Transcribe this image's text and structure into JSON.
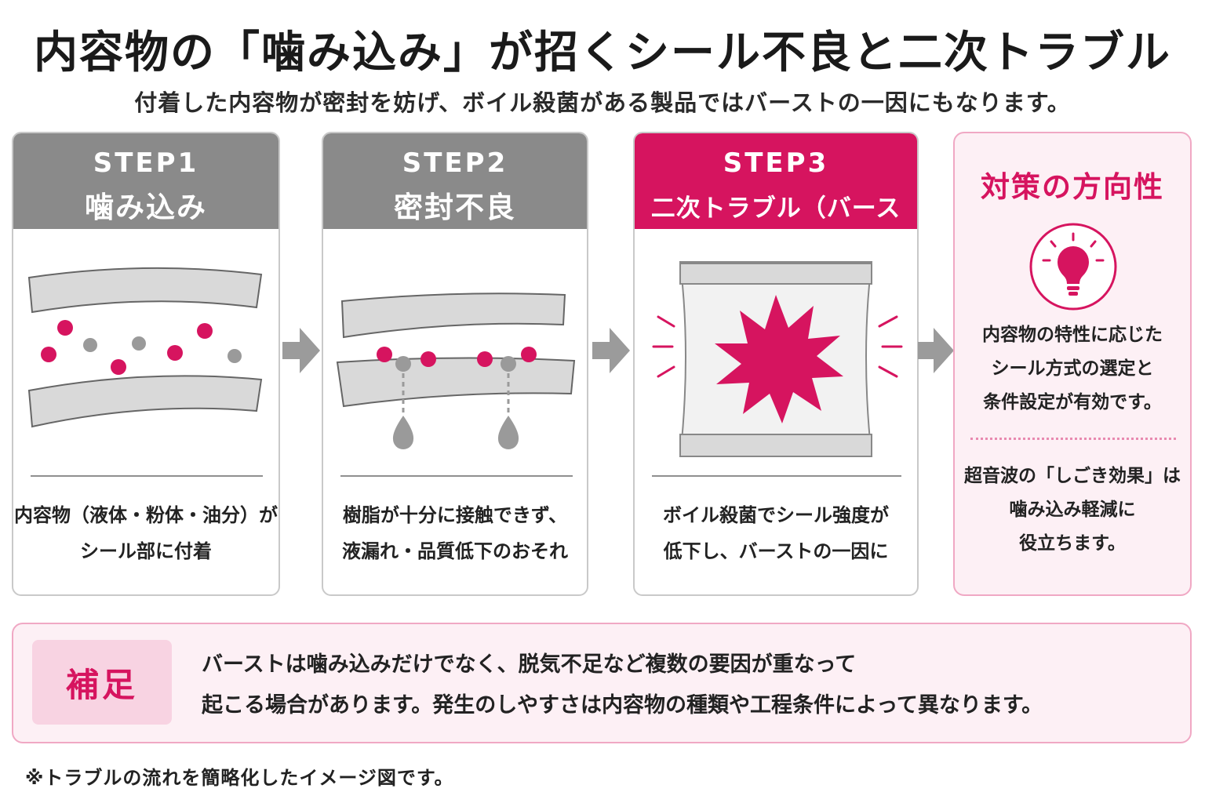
{
  "title": "内容物の「噛み込み」が招くシール不良と二次トラブル",
  "subtitle": "付着した内容物が密封を妨げ、ボイル殺菌がある製品ではバーストの一因にもなります。",
  "colors": {
    "accent": "#d6145f",
    "step_header_gray": "#8a8a8a",
    "film_gray": "#d9d9d9",
    "particle_gray": "#9a9a9a",
    "panel_pink": "#fdf0f5",
    "arrow_gray": "#9b9b9b"
  },
  "steps": [
    {
      "label": "STEP1",
      "title": "噛み込み",
      "text": [
        "内容物（液体・粉体・油分）が",
        "シール部に付着"
      ],
      "icon": "particles-between-films-illustration"
    },
    {
      "label": "STEP2",
      "title": "密封不良",
      "text": [
        "樹脂が十分に接触できず、",
        "液漏れ・品質低下のおそれ"
      ],
      "icon": "leaking-seal-illustration"
    },
    {
      "label": "STEP3",
      "title": "二次トラブル（バースト）",
      "text": [
        "ボイル殺菌でシール強度が",
        "低下し、バーストの一因に"
      ],
      "icon": "bursting-pouch-illustration"
    }
  ],
  "policy": {
    "title": "対策の方向性",
    "icon": "lightbulb-icon",
    "text1": [
      "内容物の特性に応じた",
      "シール方式の選定と",
      "条件設定が有効です。"
    ],
    "text2": [
      "超音波の「しごき効果」は",
      "噛み込み軽減に",
      "役立ちます。"
    ]
  },
  "note": {
    "badge": "補足",
    "lines": [
      "バーストは噛み込みだけでなく、脱気不足など複数の要因が重なって",
      "起こる場合があります。発生のしやすさは内容物の種類や工程条件によって異なります。"
    ]
  },
  "footnote": "※トラブルの流れを簡略化したイメージ図です。"
}
